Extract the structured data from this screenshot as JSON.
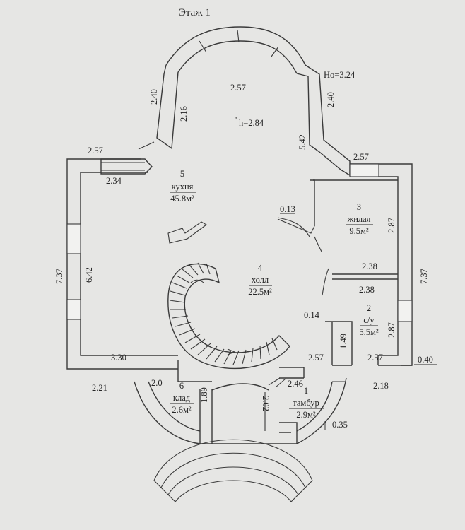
{
  "title": "Этаж   1",
  "ceiling_outer": "Ho=3.24",
  "ceiling_inner": "h=2.84",
  "rooms": [
    {
      "num": "5",
      "name": "кухня",
      "area": "45.8м²"
    },
    {
      "num": "3",
      "name": "жилая",
      "area": "9.5м²"
    },
    {
      "num": "4",
      "name": "холл",
      "area": "22.5м²"
    },
    {
      "num": "2",
      "name": "с/у",
      "area": "5.5м²"
    },
    {
      "num": "6",
      "name": "клад",
      "area": "2.6м²"
    },
    {
      "num": "1",
      "name": "тамбур",
      "area": "2.9м²"
    }
  ],
  "dims": {
    "d_257_top": "2.57",
    "d_240_left": "2.40",
    "d_216": "2.16",
    "d_240_right": "2.40",
    "d_542": "5.42",
    "d_257_upleft": "2.57",
    "d_234": "2.34",
    "d_257_upright": "2.57",
    "d_013": "0.13",
    "d_287_top": "2.87",
    "d_737_left": "7.37",
    "d_642": "6.42",
    "d_238_a": "2.38",
    "d_238_b": "2.38",
    "d_737_right": "7.37",
    "d_014": "0.14",
    "d_287_bot": "2.87",
    "d_149": "1.49",
    "d_330": "3.30",
    "d_257_mid": "2.57",
    "d_257_right": "2.57",
    "d_040": "0.40",
    "d_221": "2.21",
    "d_20": "2.0",
    "d_189": "1.89",
    "d_202": "2.02",
    "d_246": "2.46",
    "d_218": "2.18",
    "d_035": "0.35"
  }
}
